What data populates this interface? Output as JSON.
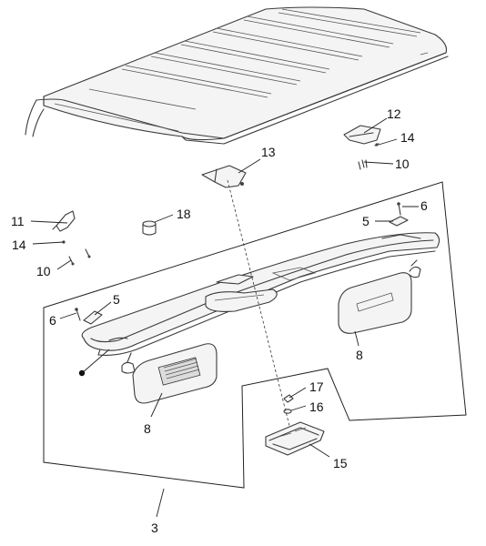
{
  "diagram": {
    "callouts": {
      "c3": "3",
      "c5_left": "5",
      "c5_right": "5",
      "c6_left": "6",
      "c6_right": "6",
      "c8_left": "8",
      "c8_right": "8",
      "c10_left": "10",
      "c10_right": "10",
      "c11": "11",
      "c12": "12",
      "c13": "13",
      "c14_left": "14",
      "c14_right": "14",
      "c15": "15",
      "c16": "16",
      "c17": "17",
      "c18": "18"
    }
  }
}
